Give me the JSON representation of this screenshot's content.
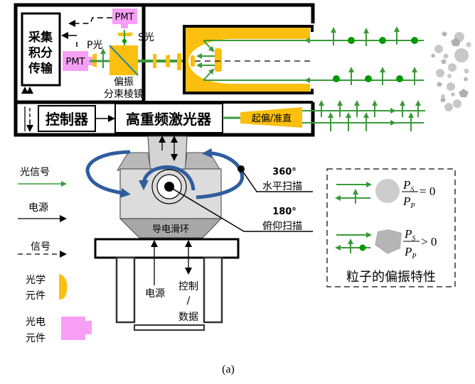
{
  "caption": "(a)",
  "colors": {
    "optical_green": "#3a9a3a",
    "optic_yellow": "#fbbf10",
    "pmt_pink": "#f79ff5",
    "rotation_blue": "#2f5d9e",
    "housing_gray": "#d9d9d9",
    "housing_dark": "#b0b0b0",
    "particle_gray": "#c8c8c8"
  },
  "top_unit": {
    "acquisition_box": {
      "lines": [
        "采集",
        "积分",
        "传输"
      ]
    },
    "pmt_s": "PMT",
    "pmt_p": "PMT",
    "s_light_label": "S光",
    "p_light_label": "P光",
    "splitter_label": [
      "偏振",
      "分束棱镜"
    ],
    "controller_label": "控制器",
    "laser_label": "高重频激光器",
    "expander_label": "起偏/准直"
  },
  "scanner": {
    "slip_ring_label": "导电滑环",
    "horizontal_scan": {
      "angle": "360°",
      "label": "水平扫描"
    },
    "elevation_scan": {
      "angle": "180°",
      "label": "俯仰扫描"
    },
    "stand_power_label": "电源",
    "stand_control_label": [
      "控制",
      "/",
      "数据"
    ]
  },
  "legend": {
    "optical_signal": "光信号",
    "power": "电源",
    "signal": "信号",
    "optical_element": [
      "光学",
      "元件"
    ],
    "photoelectric_element": [
      "光电",
      "元件"
    ]
  },
  "polarization_box": {
    "title": "粒子的偏振特性",
    "spherical": {
      "ratio_num": "P",
      "ratio_num_sub": "S",
      "ratio_den": "P",
      "ratio_den_sub": "P",
      "relation": "= 0"
    },
    "nonspherical": {
      "ratio_num": "P",
      "ratio_num_sub": "S",
      "ratio_den": "P",
      "ratio_den_sub": "P",
      "relation": "> 0"
    }
  }
}
